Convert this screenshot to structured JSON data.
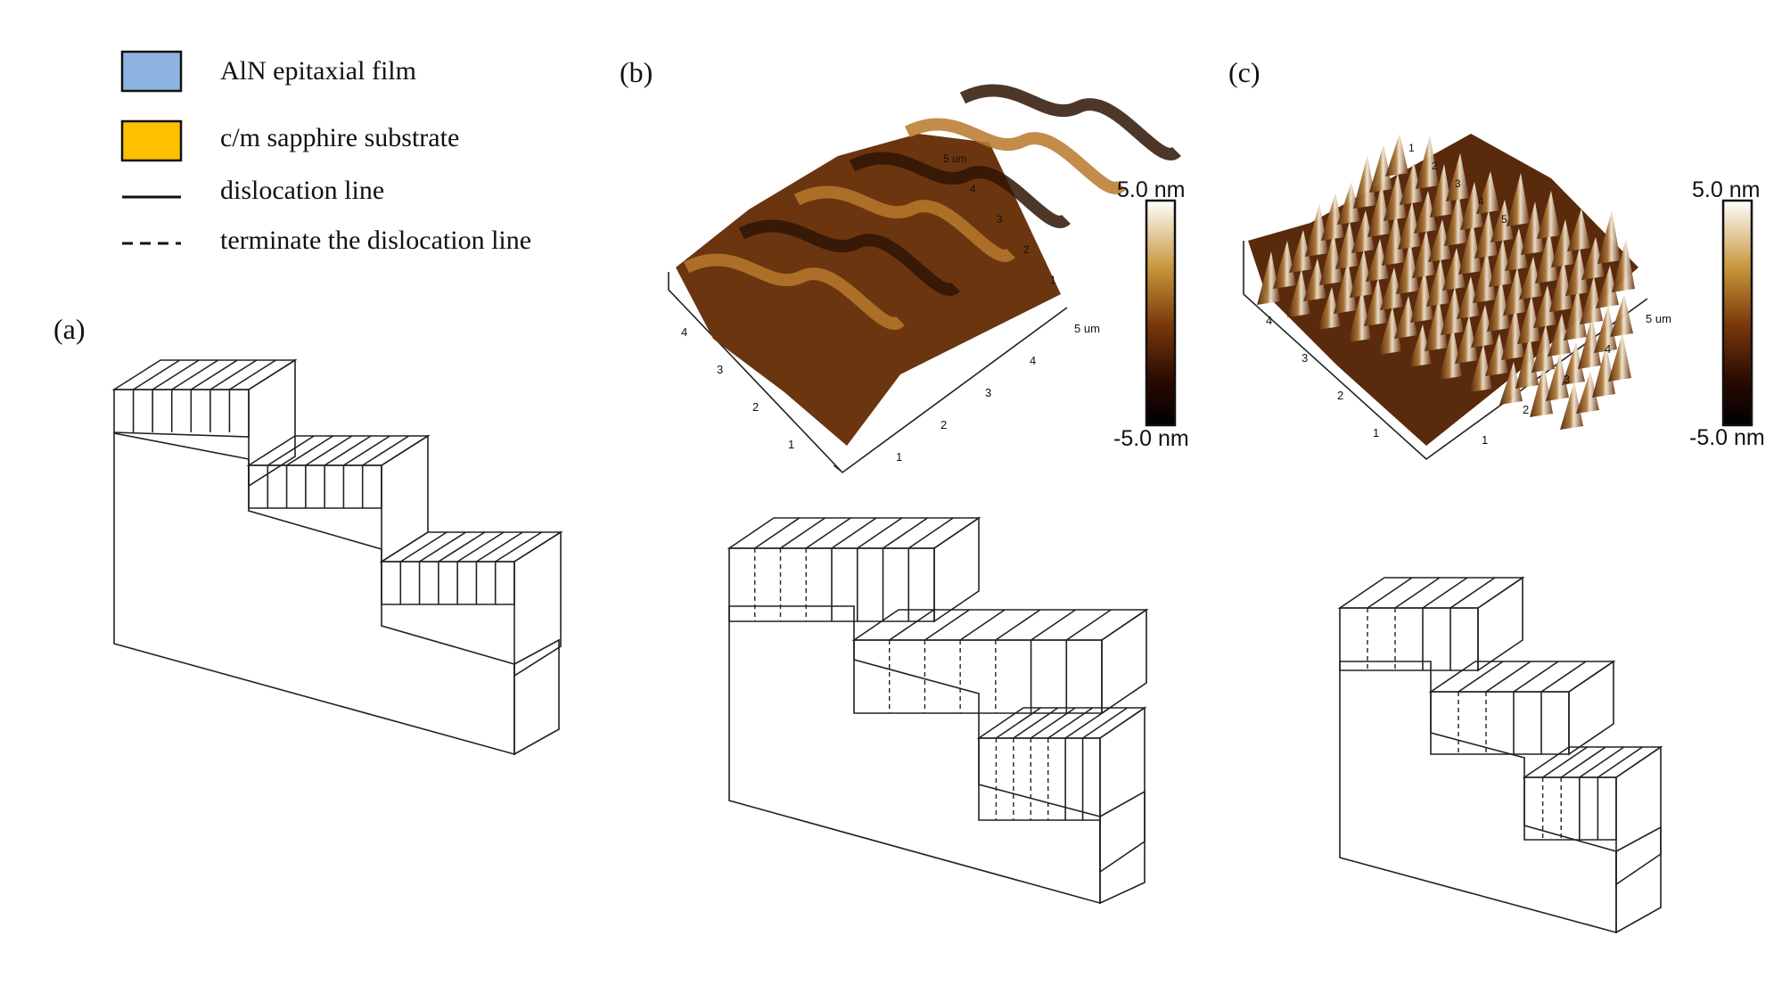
{
  "legend": {
    "items": [
      {
        "kind": "swatch",
        "label": "AlN epitaxial film",
        "color": "#8eb4e3"
      },
      {
        "kind": "swatch",
        "label": "c/m sapphire substrate",
        "color": "#ffc000"
      },
      {
        "kind": "solid-line",
        "label": "dislocation line"
      },
      {
        "kind": "dashed-line",
        "label": "terminate the dislocation line"
      }
    ]
  },
  "panels": {
    "a": {
      "label": "(a)"
    },
    "b": {
      "label": "(b)"
    },
    "c": {
      "label": "(c)"
    }
  },
  "colorbar_b": {
    "max_label": "5.0 nm",
    "min_label": "-5.0 nm"
  },
  "colorbar_c": {
    "max_label": "5.0 nm",
    "min_label": "-5.0 nm"
  },
  "afm_b": {
    "axis_x_ticks": [
      "1",
      "2",
      "3",
      "4",
      "5 um"
    ],
    "axis_y_ticks": [
      "1",
      "2",
      "3",
      "4"
    ],
    "axis_back_ticks": [
      "1",
      "2",
      "3",
      "4",
      "5 um"
    ]
  },
  "afm_c": {
    "axis_x_ticks": [
      "1",
      "2",
      "3",
      "4",
      "5 um"
    ],
    "axis_y_ticks": [
      "1",
      "2",
      "3",
      "4"
    ],
    "axis_back_ticks": [
      "1",
      "2",
      "3",
      "4",
      "5"
    ]
  },
  "colors": {
    "film": "#8eb4e3",
    "substrate_face": "#ffc000",
    "substrate_top": "#f5b700",
    "substrate_side": "#cc9a00",
    "afm_dark": "#3a1a05",
    "afm_mid": "#8a4a12",
    "afm_light": "#f2e6d0"
  }
}
